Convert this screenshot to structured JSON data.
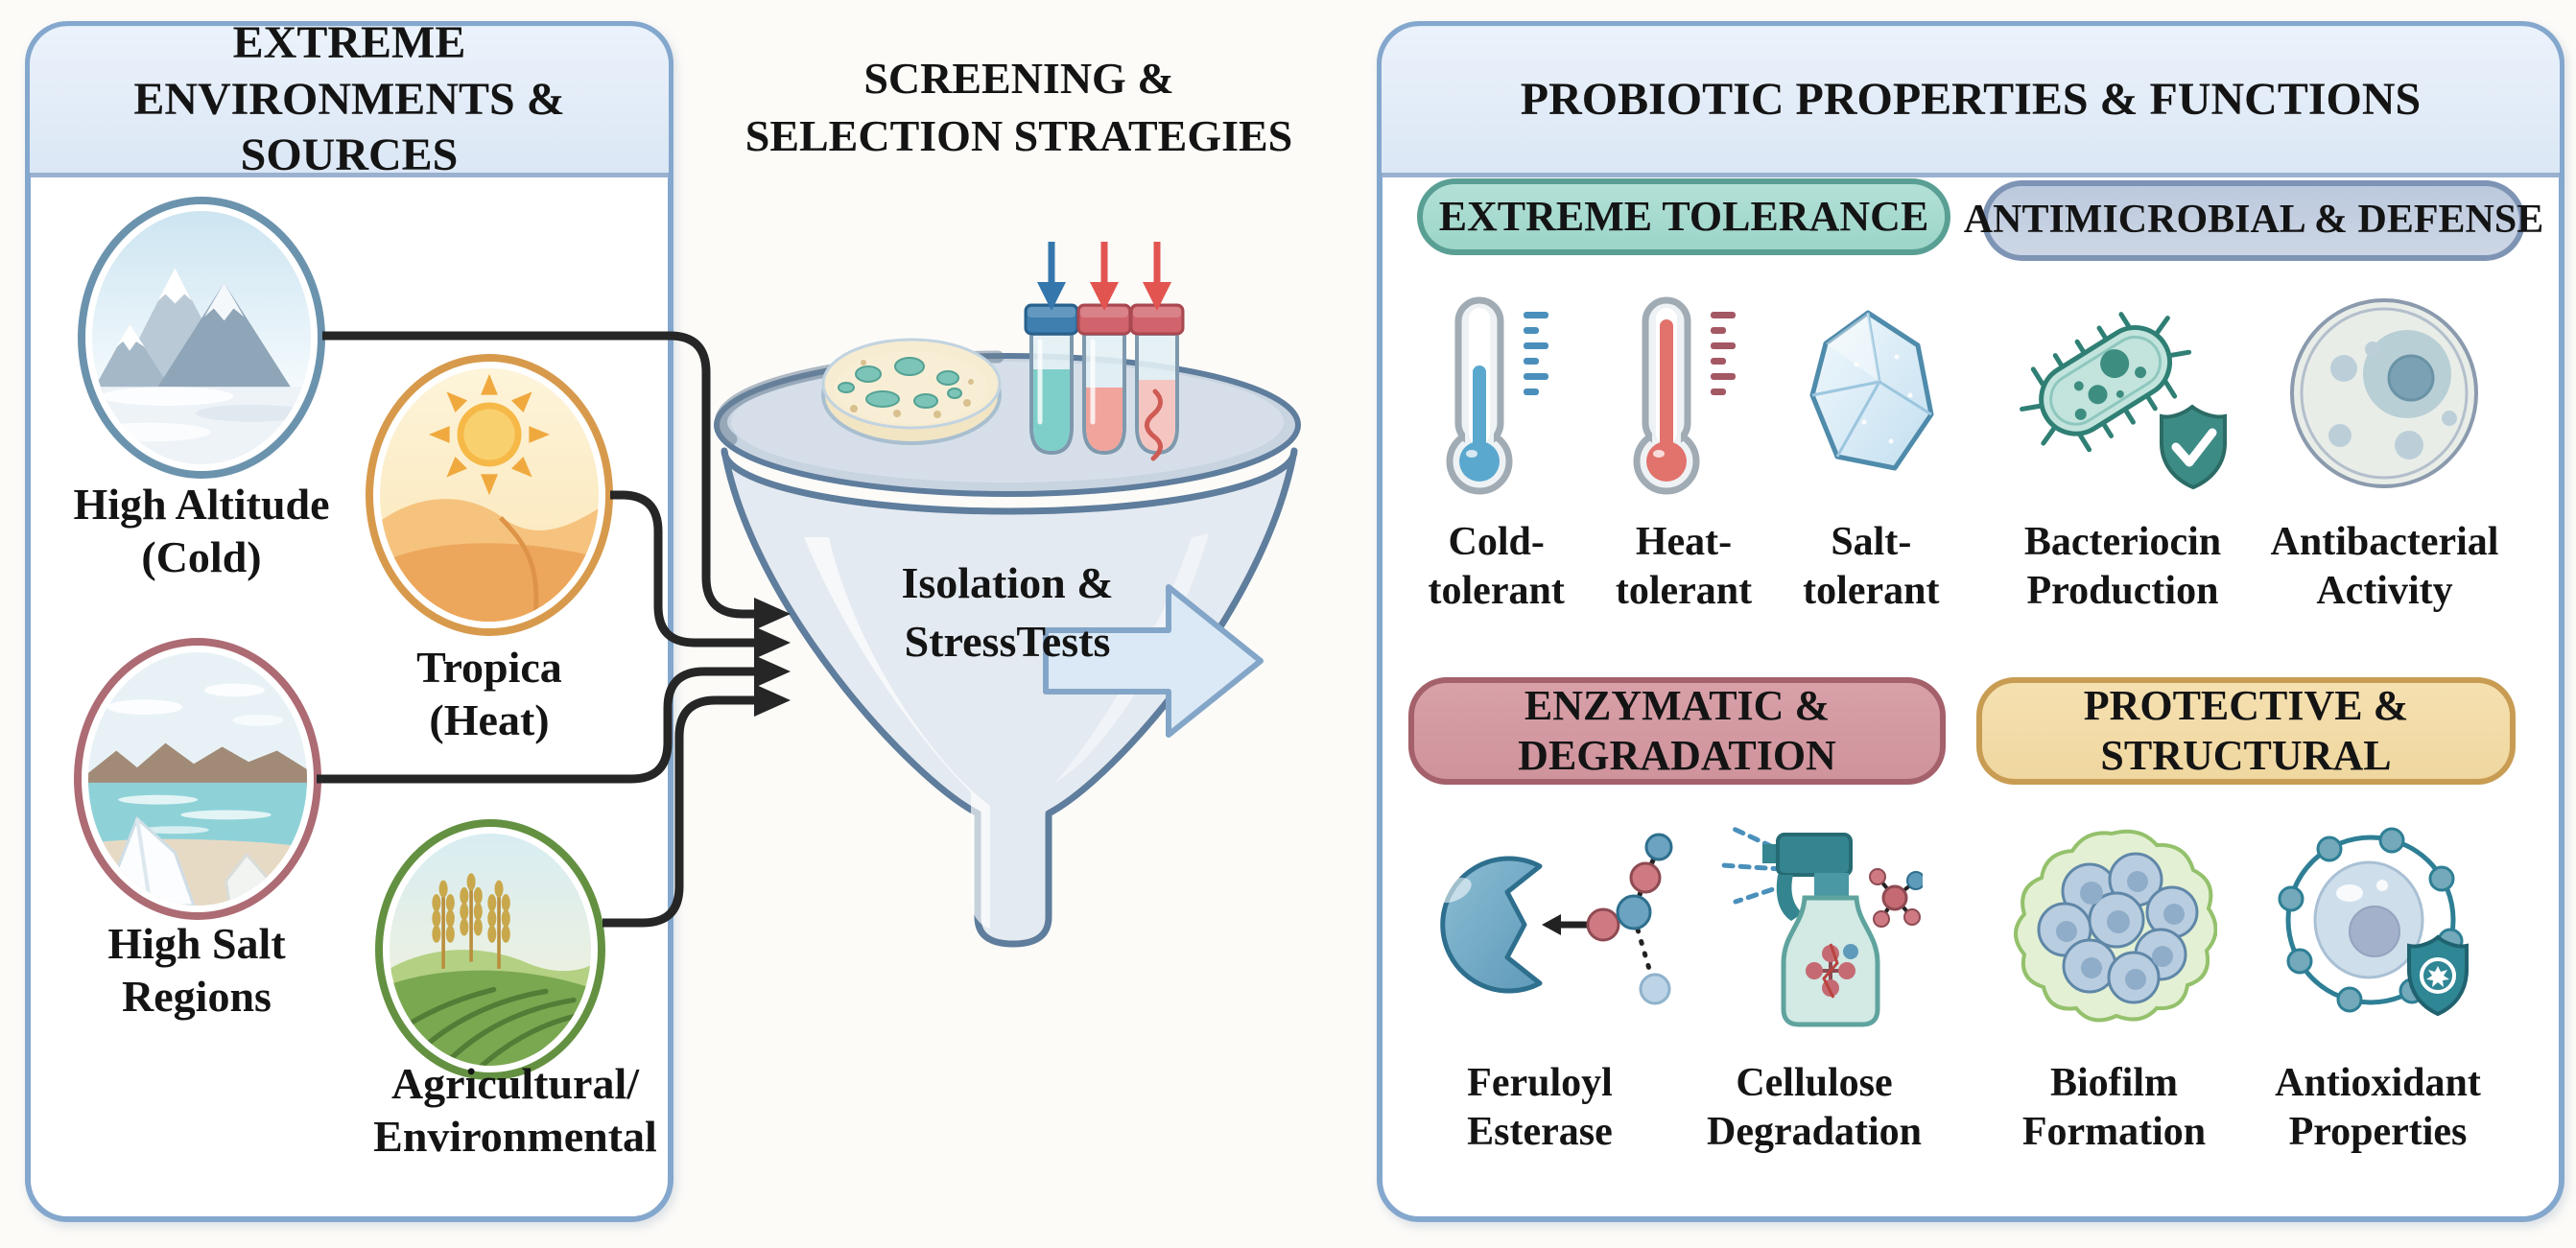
{
  "page": {
    "background": "#fcfbf8",
    "text_color": "#141414",
    "panel_border_color": "#84a7cd",
    "panel_header_color": "#dfeaf6"
  },
  "left_panel": {
    "title": "EXTREME ENVIRONMENTS & SOURCES",
    "sources": [
      {
        "label": [
          "High Altitude",
          "(Cold)"
        ],
        "icon": "mountain-cold-icon",
        "ring_color": "#6b93ad"
      },
      {
        "label": [
          "Tropica",
          "(Heat)"
        ],
        "icon": "sun-desert-icon",
        "ring_color": "#d79a4c"
      },
      {
        "label": [
          "High Salt",
          "Regions"
        ],
        "icon": "salt-lake-icon",
        "ring_color": "#ad6b74"
      },
      {
        "label": [
          "Agricultural/",
          "Environmental"
        ],
        "icon": "farm-field-icon",
        "ring_color": "#639141"
      }
    ]
  },
  "middle": {
    "title": [
      "SCREENING &",
      "SELECTION STRATEGIES"
    ],
    "funnel_label": [
      "Isolation &",
      "StressTests"
    ],
    "connector_color": "#262626",
    "funnel_fill": "#e4eaf1",
    "funnel_stroke": "#5f7d9c",
    "output_arrow_fill": "#dbe9f6",
    "tube_cap_colors": [
      "#3e7fb0",
      "#d0636b",
      "#d0636b"
    ],
    "drop_arrow_colors": [
      "#3577ad",
      "#e25450",
      "#e25450"
    ]
  },
  "right_panel": {
    "title": "PROBIOTIC PROPERTIES & FUNCTIONS",
    "categories": [
      {
        "title": "EXTREME TOLERANCE",
        "fill": "#a7dbd1",
        "border": "#5a9f94",
        "items": [
          {
            "label": [
              "Cold-",
              "tolerant"
            ],
            "icon": "cold-thermometer-icon"
          },
          {
            "label": [
              "Heat-",
              "tolerant"
            ],
            "icon": "heat-thermometer-icon"
          },
          {
            "label": [
              "Salt-",
              "tolerant"
            ],
            "icon": "salt-crystal-icon"
          }
        ]
      },
      {
        "title": "ANTIMICROBIAL & DEFENSE",
        "fill": "#c2cede",
        "border": "#7e94b5",
        "items": [
          {
            "label": [
              "Bacteriocin",
              "Production"
            ],
            "icon": "bacterium-shield-icon"
          },
          {
            "label": [
              "Antibacterial",
              "Activity"
            ],
            "icon": "inhibition-zone-icon"
          }
        ]
      },
      {
        "title": "ENZYMATIC & DEGRADATION",
        "fill": "#d49ba3",
        "border": "#a4616b",
        "items": [
          {
            "label": [
              "Feruloyl",
              "Esterase"
            ],
            "icon": "enzyme-substrate-icon"
          },
          {
            "label": [
              "Cellulose",
              "Degradation"
            ],
            "icon": "spray-bottle-icon"
          }
        ]
      },
      {
        "title": "PROTECTIVE & STRUCTURAL",
        "fill": "#f3dca8",
        "border": "#c89c52",
        "items": [
          {
            "label": [
              "Biofilm",
              "Formation"
            ],
            "icon": "biofilm-cluster-icon"
          },
          {
            "label": [
              "Antioxidant",
              "Properties"
            ],
            "icon": "antioxidant-cell-icon"
          }
        ]
      }
    ]
  }
}
